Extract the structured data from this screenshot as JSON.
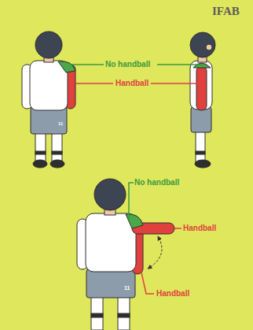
{
  "diagram": {
    "labels": [
      "IFAB",
      "No handball",
      "Handball",
      "11",
      "No handball",
      "Handball",
      "11",
      "Handball"
    ]
  }
}
